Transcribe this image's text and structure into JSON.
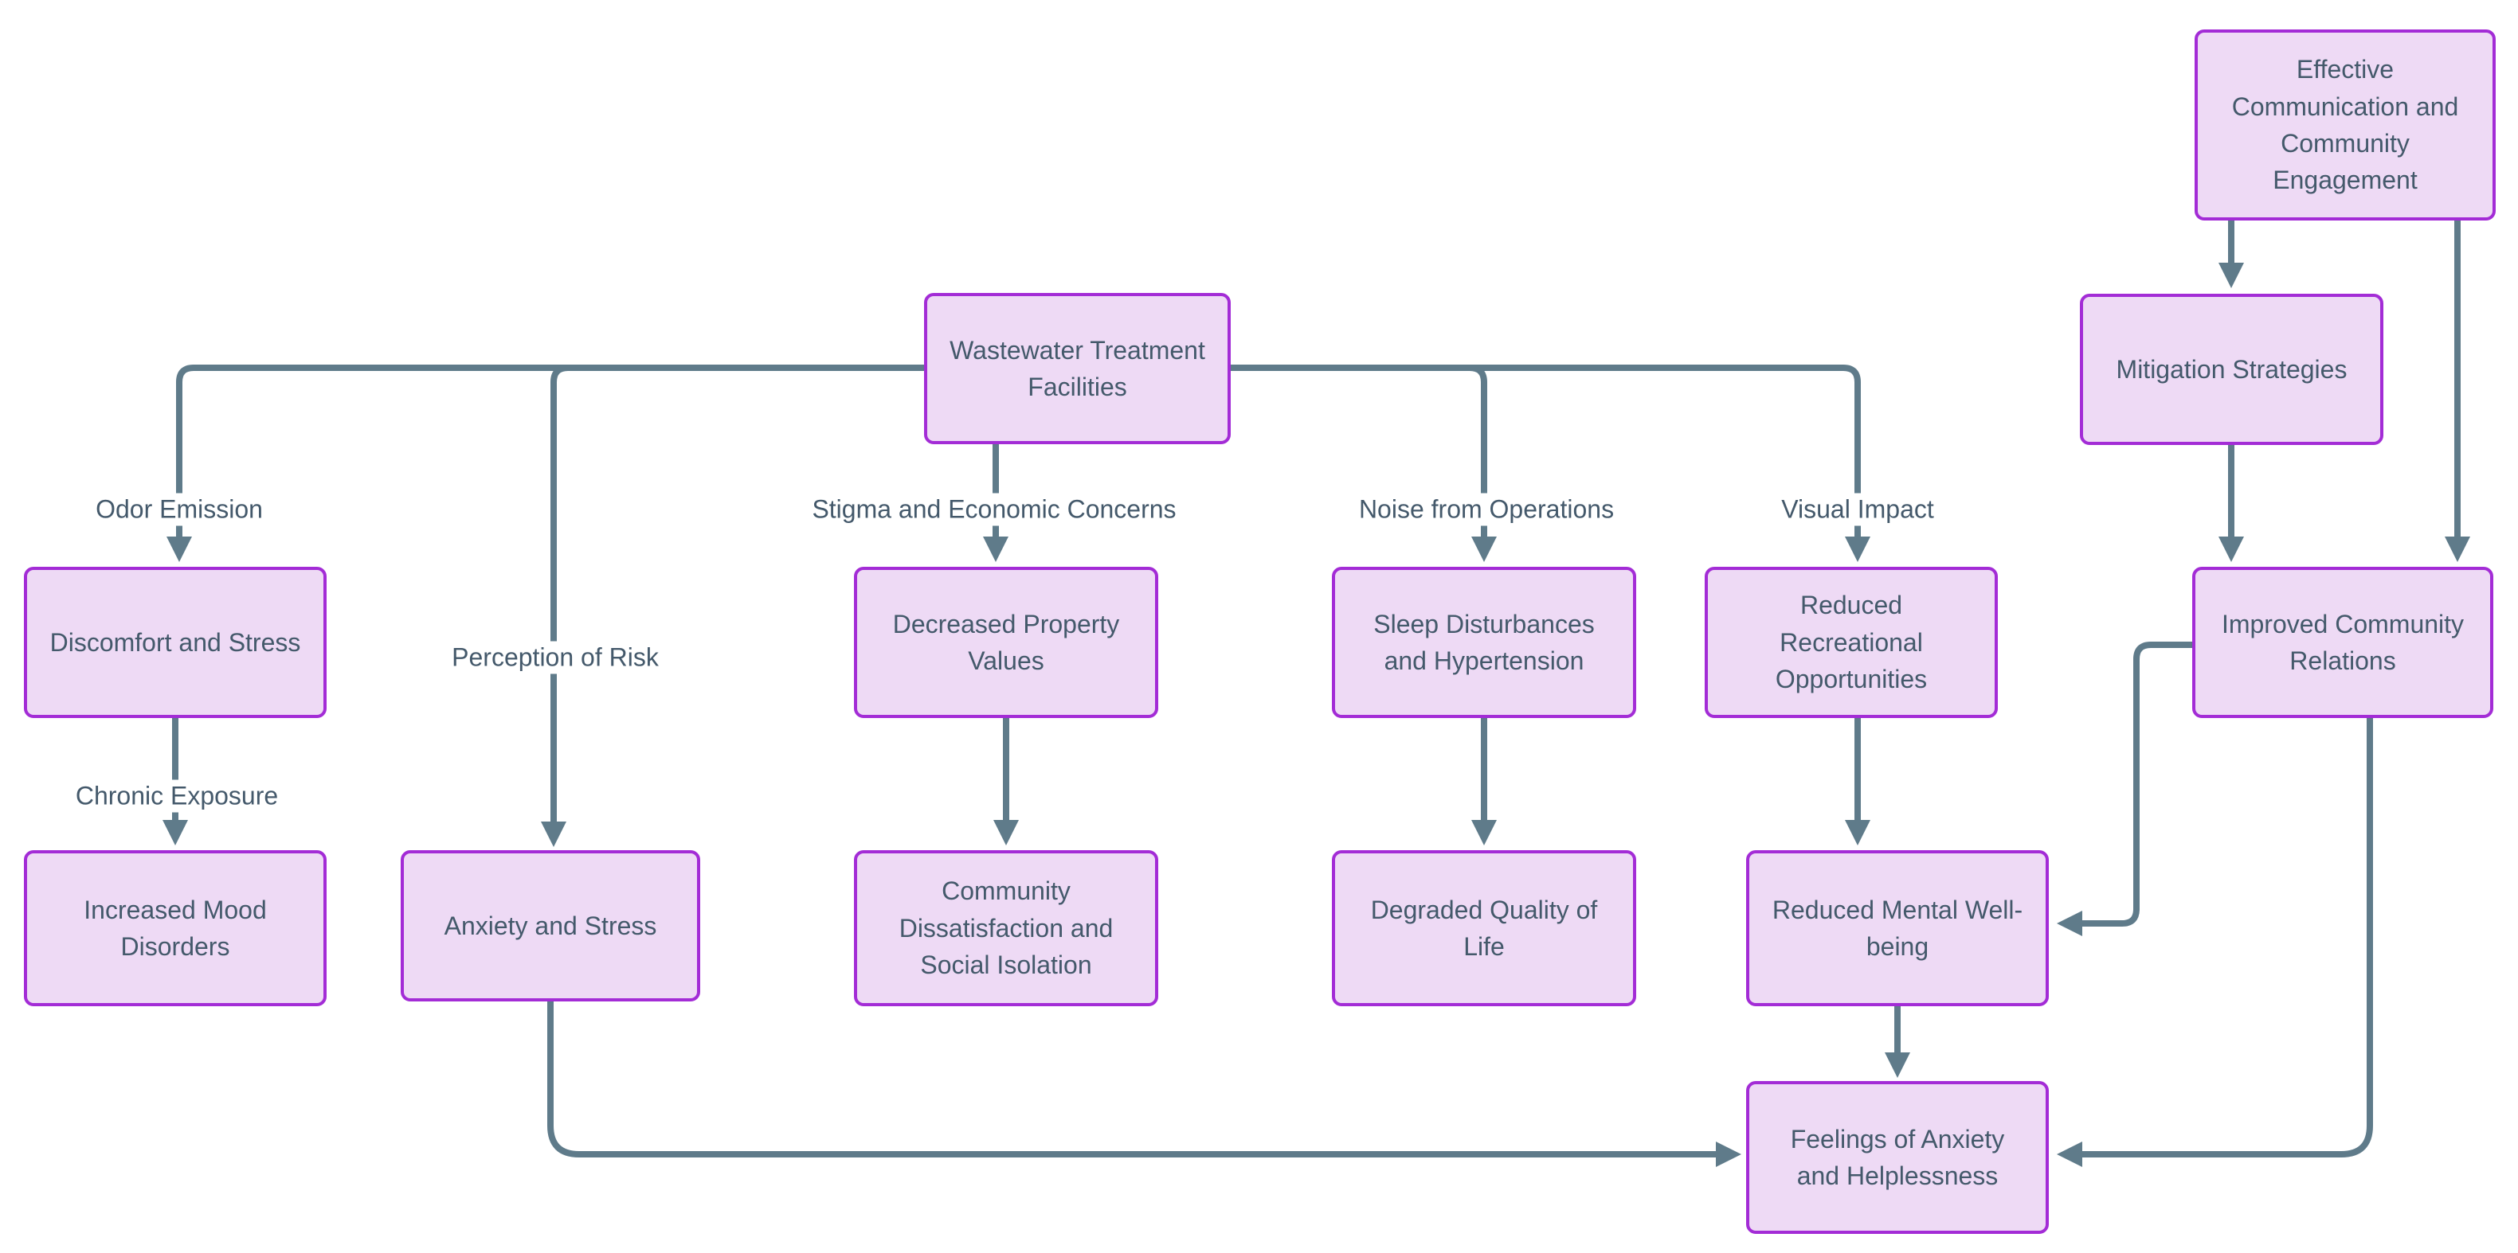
{
  "diagram": {
    "type": "flowchart",
    "colors": {
      "node_fill": "#eedaf5",
      "node_border": "#a32cd6",
      "text": "#44596b",
      "edge": "#5f7b8a",
      "background": "#ffffff"
    },
    "nodes": [
      {
        "id": "wastewater",
        "label": "Wastewater Treatment Facilities"
      },
      {
        "id": "discomfort",
        "label": "Discomfort and Stress"
      },
      {
        "id": "increased-mood",
        "label": "Increased Mood Disorders"
      },
      {
        "id": "anxiety-stress",
        "label": "Anxiety and Stress"
      },
      {
        "id": "decreased-property",
        "label": "Decreased Property Values"
      },
      {
        "id": "community-dissatisfaction",
        "label": "Community Dissatisfaction and Social Isolation"
      },
      {
        "id": "sleep-disturbances",
        "label": "Sleep Disturbances and Hypertension"
      },
      {
        "id": "degraded-qol",
        "label": "Degraded Quality of Life"
      },
      {
        "id": "reduced-recreation",
        "label": "Reduced Recreational Opportunities"
      },
      {
        "id": "reduced-mental",
        "label": "Reduced Mental Well-being"
      },
      {
        "id": "feelings-anxiety",
        "label": "Feelings of Anxiety and Helplessness"
      },
      {
        "id": "effective-communication",
        "label": "Effective Communication and Community Engagement"
      },
      {
        "id": "mitigation",
        "label": "Mitigation Strategies"
      },
      {
        "id": "improved-relations",
        "label": "Improved Community Relations"
      }
    ],
    "edge_labels": [
      {
        "text": "Odor Emission"
      },
      {
        "text": "Chronic Exposure"
      },
      {
        "text": "Perception of Risk"
      },
      {
        "text": "Stigma and Economic Concerns"
      },
      {
        "text": "Noise from Operations"
      },
      {
        "text": "Visual Impact"
      }
    ],
    "edges": [
      {
        "from": "wastewater",
        "to": "discomfort",
        "label": "Odor Emission"
      },
      {
        "from": "discomfort",
        "to": "increased-mood",
        "label": "Chronic Exposure"
      },
      {
        "from": "wastewater",
        "to": "anxiety-stress",
        "label": "Perception of Risk"
      },
      {
        "from": "wastewater",
        "to": "decreased-property",
        "label": "Stigma and Economic Concerns"
      },
      {
        "from": "decreased-property",
        "to": "community-dissatisfaction",
        "label": ""
      },
      {
        "from": "wastewater",
        "to": "sleep-disturbances",
        "label": "Noise from Operations"
      },
      {
        "from": "sleep-disturbances",
        "to": "degraded-qol",
        "label": ""
      },
      {
        "from": "wastewater",
        "to": "reduced-recreation",
        "label": "Visual Impact"
      },
      {
        "from": "reduced-recreation",
        "to": "reduced-mental",
        "label": ""
      },
      {
        "from": "reduced-mental",
        "to": "feelings-anxiety",
        "label": ""
      },
      {
        "from": "anxiety-stress",
        "to": "feelings-anxiety",
        "label": ""
      },
      {
        "from": "effective-communication",
        "to": "mitigation",
        "label": ""
      },
      {
        "from": "mitigation",
        "to": "improved-relations",
        "label": ""
      },
      {
        "from": "effective-communication",
        "to": "improved-relations",
        "label": ""
      },
      {
        "from": "improved-relations",
        "to": "reduced-mental",
        "label": ""
      },
      {
        "from": "improved-relations",
        "to": "feelings-anxiety",
        "label": ""
      }
    ]
  }
}
